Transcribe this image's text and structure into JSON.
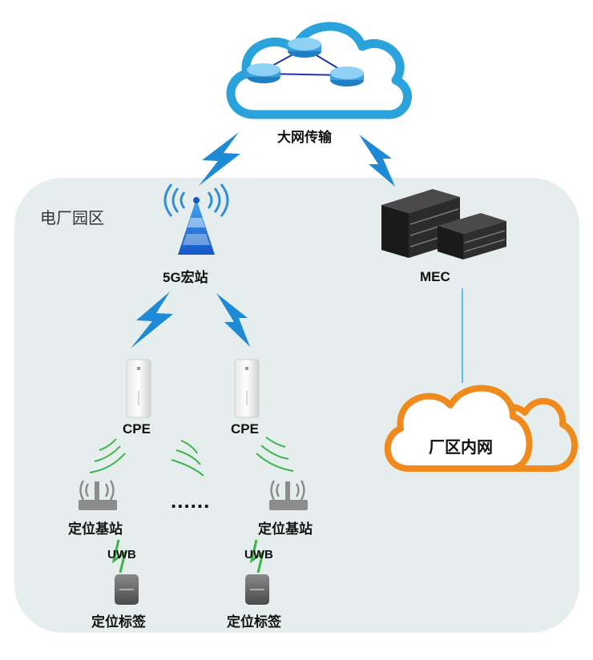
{
  "region": {
    "title": "电厂园区"
  },
  "nodes": {
    "backbone": "大网传输",
    "macro_station": "5G宏站",
    "mec": "MEC",
    "intranet": "厂区内网",
    "cpe_left": "CPE",
    "cpe_right": "CPE",
    "anchor_left": "定位基站",
    "anchor_right": "定位基站",
    "tag_left": "定位标签",
    "tag_right": "定位标签",
    "uwb_left": "UWB",
    "uwb_right": "UWB",
    "ellipsis": "......"
  },
  "colors": {
    "region_bg": "#e5eeed",
    "cloud_blue": "#2aa3dd",
    "lightning": "#1e8ad6",
    "intranet_orange": "#f08a1c",
    "wifi_green": "#3bb54a",
    "link_line": "#5bbde0"
  }
}
